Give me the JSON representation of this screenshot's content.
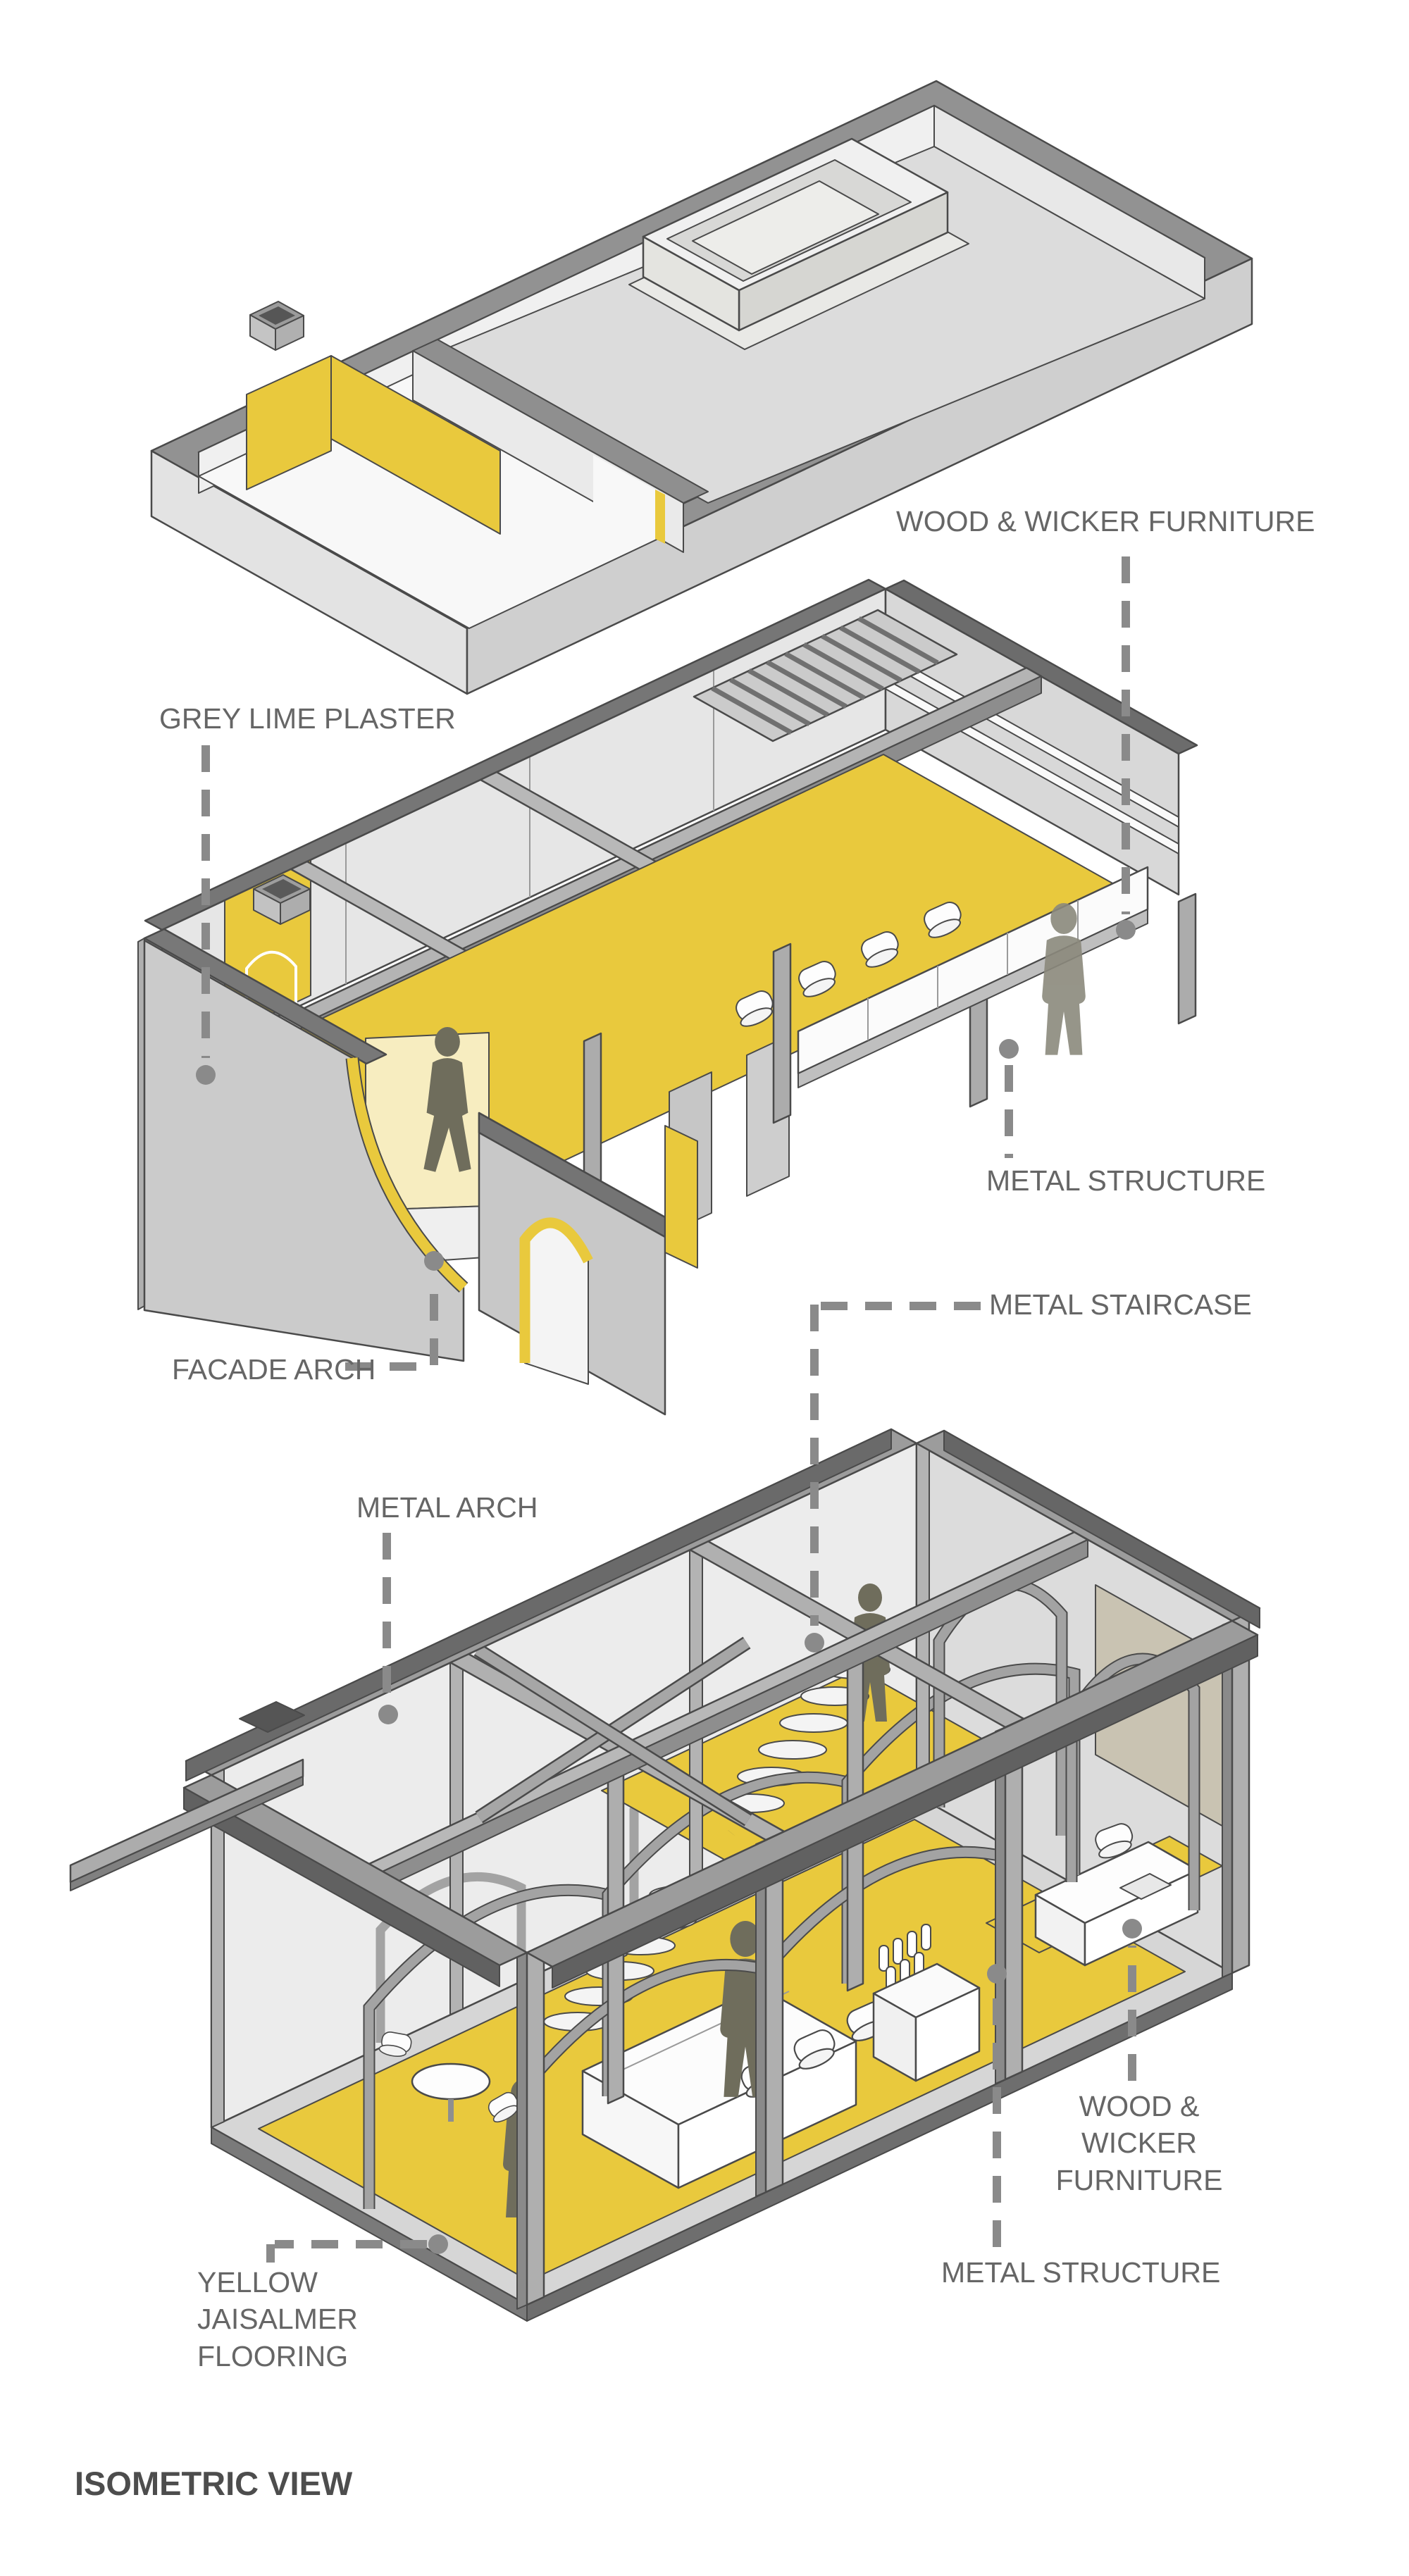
{
  "title": "ISOMETRIC VIEW",
  "labels": {
    "wood_wicker_top": "WOOD & WICKER FURNITURE",
    "grey_lime_plaster": "GREY LIME PLASTER",
    "metal_structure_upper": "METAL STRUCTURE",
    "metal_staircase": "METAL STAIRCASE",
    "facade_arch": "FACADE ARCH",
    "metal_arch": "METAL ARCH",
    "wood_wicker_lower": "WOOD & WICKER FURNITURE",
    "metal_structure_lower": "METAL STRUCTURE",
    "yellow_jaisalmer_flooring": "YELLOW JAISALMER FLOORING"
  },
  "colors": {
    "accent_yellow": "#E9C93D",
    "pale_yellow": "#F7EDC0",
    "structure_grey": "#ABABAB",
    "fascia_dark": "#6E6E6E",
    "wall_light": "#E8E8E8",
    "wall_mid": "#CDCDCD",
    "deck_grey": "#DBDBDB",
    "outline": "#4A4A4A",
    "leader_grey": "#8A8A8A",
    "label_text": "#666666",
    "title_text": "#4D4D4D",
    "silhouette": "#6F6D5C",
    "background": "#FFFFFF"
  }
}
